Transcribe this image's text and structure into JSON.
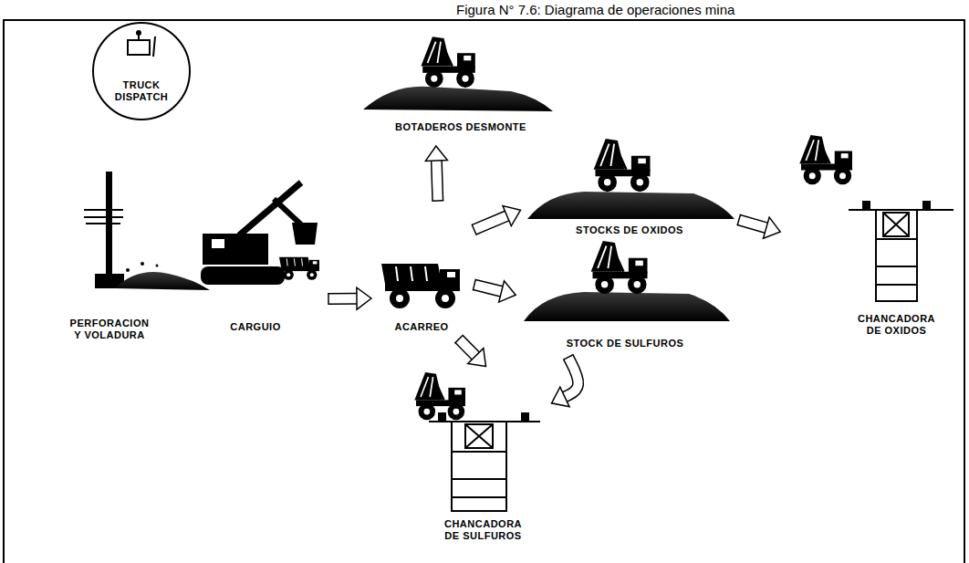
{
  "diagram": {
    "title": "Figura N° 7.6: Diagrama de operaciones mina",
    "nodes": [
      {
        "text": [
          "TRUCK DISPATCH"
        ]
      },
      {
        "text": [
          "PERFORACION Y VOLADURA"
        ]
      },
      {
        "text": [
          "CARGUIO"
        ]
      },
      {
        "text": [
          "ACARREO"
        ]
      },
      {
        "text": [
          "BOTADEROS DESMONTE"
        ]
      },
      {
        "text": [
          "STOCKS DE OXIDOS"
        ]
      },
      {
        "text": [
          "STOCK DE SULFUROS"
        ]
      },
      {
        "text": [
          "CHANCADORA DE OXIDOS"
        ]
      },
      {
        "text": [
          "CHANCADORA DE SULFUROS"
        ]
      }
    ],
    "edges": [
      {
        "from": 2,
        "to": 3,
        "arrow": "to"
      },
      {
        "from": 3,
        "to": 4,
        "arrow": "to"
      },
      {
        "from": 3,
        "to": 5,
        "arrow": "to"
      },
      {
        "from": 3,
        "to": 6,
        "arrow": "to"
      },
      {
        "from": 3,
        "to": 8,
        "arrow": "to"
      },
      {
        "from": 5,
        "to": 7,
        "arrow": "to"
      },
      {
        "from": 6,
        "to": 8,
        "arrow": "to"
      }
    ]
  }
}
